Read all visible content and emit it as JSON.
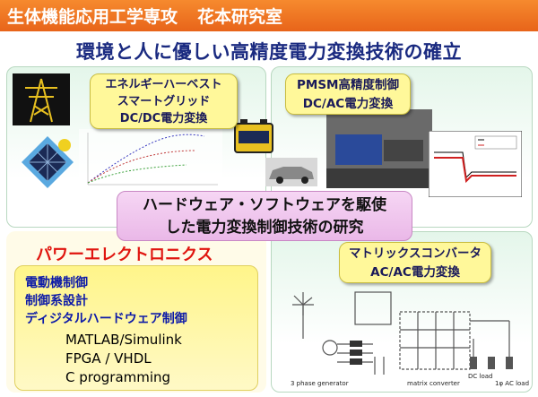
{
  "header": {
    "department": "生体機能応用工学専攻",
    "lab": "花本研究室"
  },
  "main_title": "環境と人に優しい高精度電力変換技術の確立",
  "energy_box": {
    "line1": "エネルギーハーベスト",
    "line2": "スマートグリッド",
    "line3": "DC/DC電力変換"
  },
  "pmsm_box": {
    "line1": "PMSM高精度制御",
    "line2": "DC/AC電力変換"
  },
  "center_box": {
    "line1": "ハードウェア・ソフトウェアを駆使",
    "line2": "した電力変換制御技術の研究"
  },
  "power_title": "パワーエレクトロニクス",
  "topics": {
    "item1": "電動機制御",
    "item2": "制御系設計",
    "item3": "ディジタルハードウェア制御",
    "tool1": "MATLAB/Simulink",
    "tool2": "FPGA /  VHDL",
    "tool3": "C programming"
  },
  "matrix_box": {
    "line1": "マトリックスコンバータ",
    "line2": "AC/AC電力変換"
  },
  "diagram_labels": {
    "source": "3 phase generator",
    "converter": "matrix converter",
    "dc_load": "DC load",
    "ac_load": "1φ AC load"
  },
  "colors": {
    "header": "#e8641a",
    "title": "#1a2a80",
    "power_title": "#e0150f",
    "topic_blue": "#0d1aa8",
    "label_yellow": "#fff89a",
    "center_pink": "#eab8e8"
  }
}
